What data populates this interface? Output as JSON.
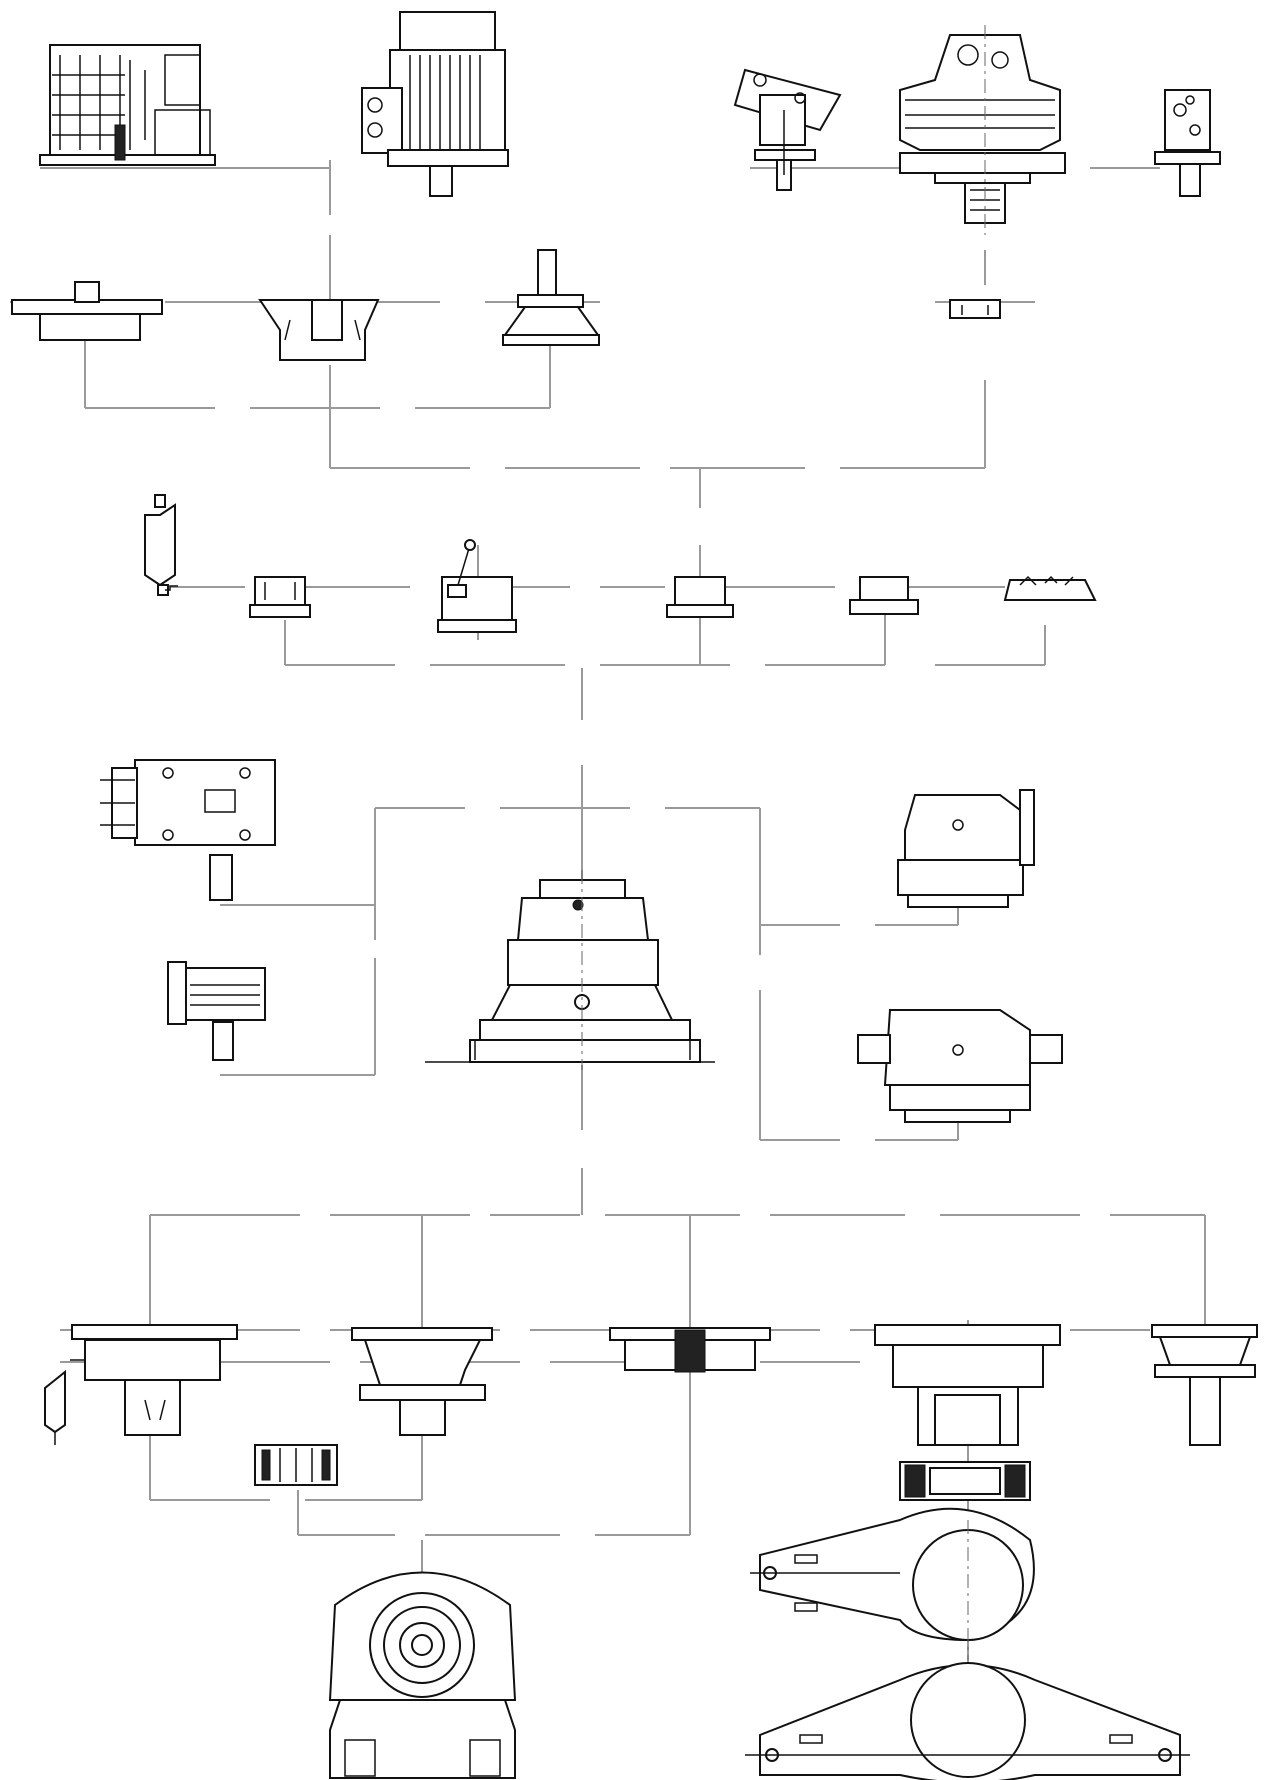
{
  "diagram": {
    "background": "#ffffff",
    "line_color": "#111111",
    "connector_color": "#9a9a9a",
    "components": [
      {
        "id": "electric-motor-with-fan-grille",
        "icon": "motor-icon"
      },
      {
        "id": "electric-motor",
        "icon": "motor-icon"
      },
      {
        "id": "angled-hydraulic-motor",
        "icon": "hydraulic-motor-icon"
      },
      {
        "id": "hydraulic-piston-motor",
        "icon": "hydraulic-motor-icon"
      },
      {
        "id": "compact-hydraulic-motor",
        "icon": "hydraulic-motor-icon"
      },
      {
        "id": "motor-adapter-flange-flat",
        "icon": "flange-icon"
      },
      {
        "id": "motor-adapter-bell-housing",
        "icon": "bell-housing-icon"
      },
      {
        "id": "motor-adapter-with-shaft",
        "icon": "bell-housing-icon"
      },
      {
        "id": "hydraulic-adapter-plate",
        "icon": "flange-icon"
      },
      {
        "id": "accumulator",
        "icon": "accumulator-icon"
      },
      {
        "id": "brake-module-hydraulic",
        "icon": "brake-icon"
      },
      {
        "id": "brake-module-manual-release",
        "icon": "brake-icon"
      },
      {
        "id": "brake-module-standard",
        "icon": "brake-icon"
      },
      {
        "id": "brake-module-compact",
        "icon": "brake-icon"
      },
      {
        "id": "brake-module-spring",
        "icon": "brake-icon"
      },
      {
        "id": "right-angle-gear-unit-top",
        "icon": "gearbox-icon"
      },
      {
        "id": "right-angle-gear-unit-small",
        "icon": "gearbox-icon"
      },
      {
        "id": "planetary-gearbox-main",
        "icon": "planetary-gearbox-icon"
      },
      {
        "id": "bevel-gear-unit-right",
        "icon": "gearbox-icon"
      },
      {
        "id": "double-shaft-gear-unit",
        "icon": "gearbox-icon"
      },
      {
        "id": "output-flange-with-accumulator",
        "icon": "output-flange-icon"
      },
      {
        "id": "output-shaft-housing",
        "icon": "output-flange-icon"
      },
      {
        "id": "output-splined-hub",
        "icon": "output-flange-icon"
      },
      {
        "id": "output-hollow-shaft",
        "icon": "output-flange-icon"
      },
      {
        "id": "output-solid-shaft",
        "icon": "output-flange-icon"
      },
      {
        "id": "splined-coupling",
        "icon": "coupling-icon"
      },
      {
        "id": "shrink-disc",
        "icon": "coupling-icon"
      },
      {
        "id": "foot-mounted-housing",
        "icon": "foot-mount-icon"
      },
      {
        "id": "torque-arm-single",
        "icon": "torque-arm-icon"
      },
      {
        "id": "torque-arm-double",
        "icon": "torque-arm-icon"
      }
    ]
  }
}
